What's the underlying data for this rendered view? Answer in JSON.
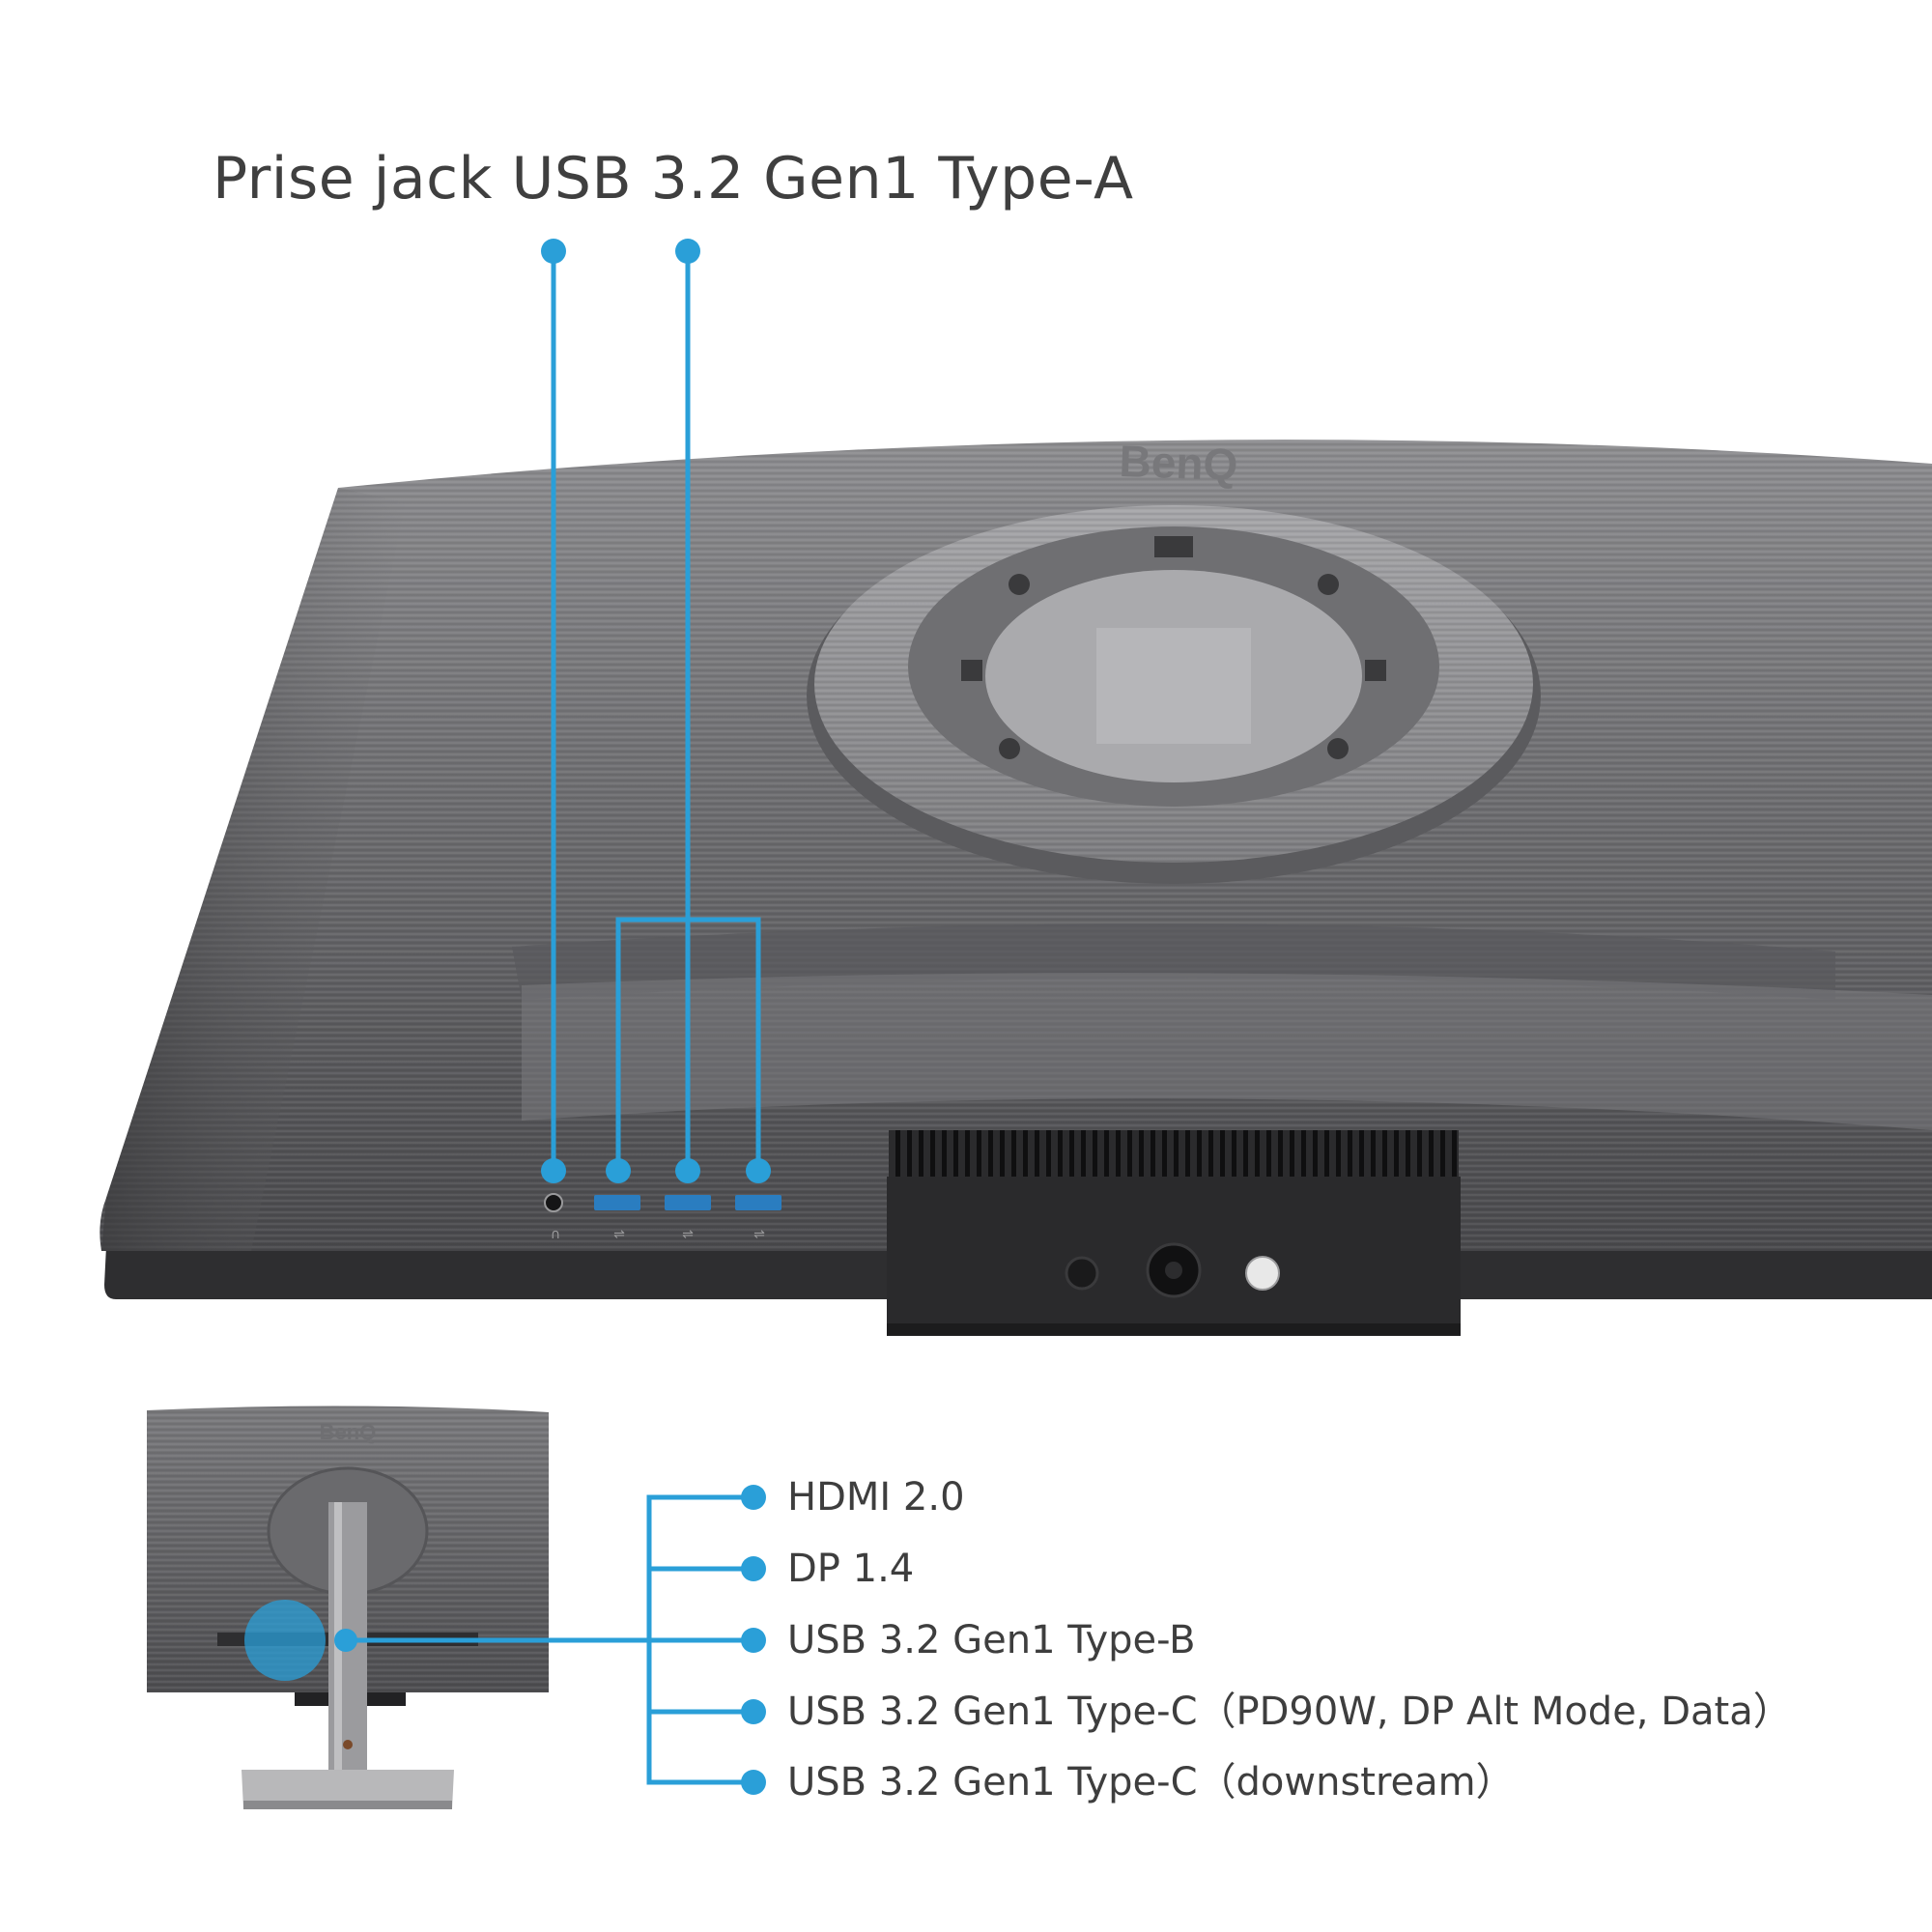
{
  "top_callout": {
    "heading": "Prise jack USB 3.2 Gen1 Type-A"
  },
  "monitor": {
    "brand_logo": "BenQ",
    "thumbnail_logo": "BenQ"
  },
  "port_list": [
    {
      "label": "HDMI 2.0"
    },
    {
      "label": "DP 1.4"
    },
    {
      "label": "USB 3.2 Gen1 Type-B"
    },
    {
      "label": "USB 3.2 Gen1 Type-C（PD90W, DP Alt Mode, Data）"
    },
    {
      "label": "USB 3.2 Gen1 Type-C（downstream）"
    }
  ],
  "colors": {
    "callout_blue": "#2a9fd8",
    "text": "#3e3e3e",
    "monitor_dark": "#4a4a4c",
    "monitor_light": "#8e8e90"
  },
  "icons": [
    "headphone-icon",
    "usb-icon"
  ]
}
